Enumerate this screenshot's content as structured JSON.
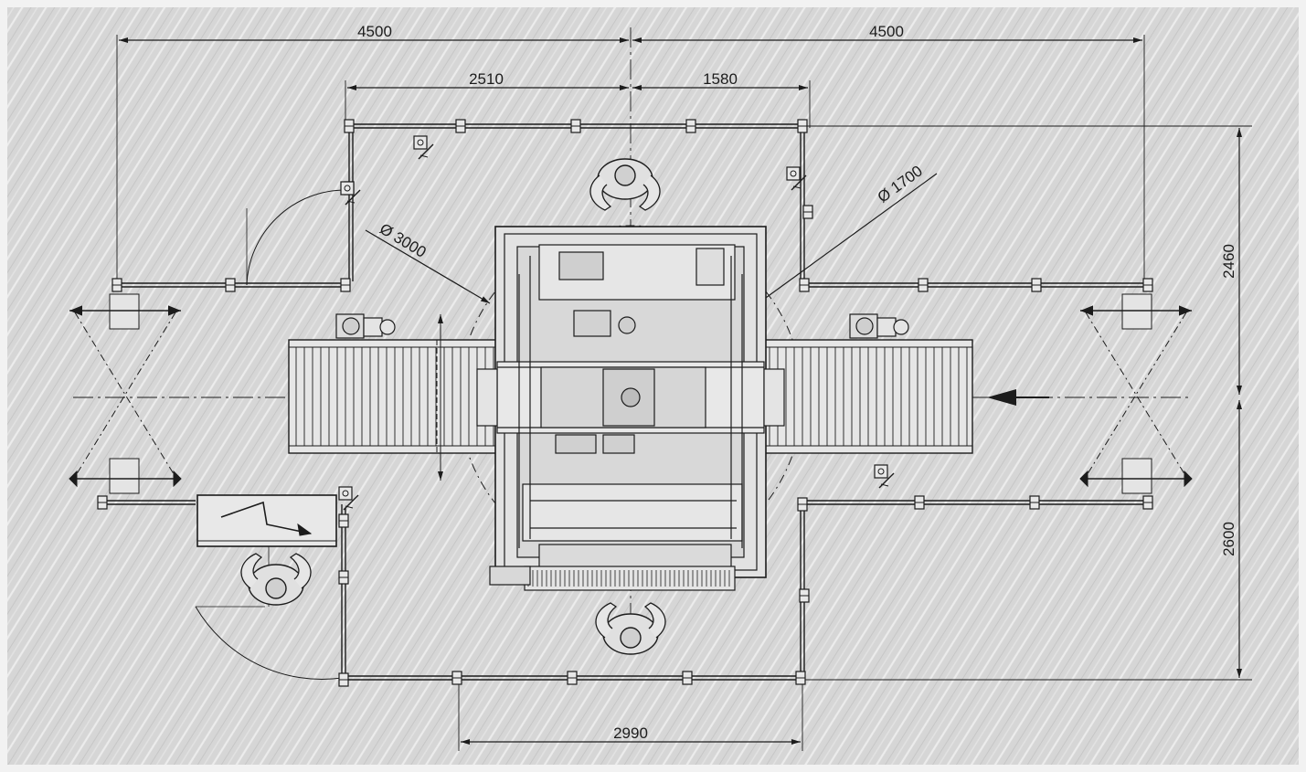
{
  "drawing": {
    "title": "",
    "dimensions": {
      "top_left_span": "4500",
      "top_right_span": "4500",
      "inner_left_span": "2510",
      "inner_right_span": "1580",
      "right_upper_vertical": "2460",
      "right_lower_vertical": "2600",
      "bottom_span": "2990",
      "outer_diameter": "Ø 3000",
      "inner_diameter": "Ø 1700"
    },
    "colors": {
      "background": "#d6d6d6",
      "ink": "#1c1c1c",
      "frame_border": "#f4f4f4"
    },
    "components": {
      "operators": [
        "operator-top",
        "operator-bottom",
        "operator-left"
      ],
      "conveyors": [
        "infeed-conveyor-right",
        "outfeed-conveyor-left"
      ],
      "light_barriers": 4,
      "door_switches": 5,
      "control_cabinet": "electrical-cabinet",
      "flow_direction": "right-to-left"
    }
  }
}
